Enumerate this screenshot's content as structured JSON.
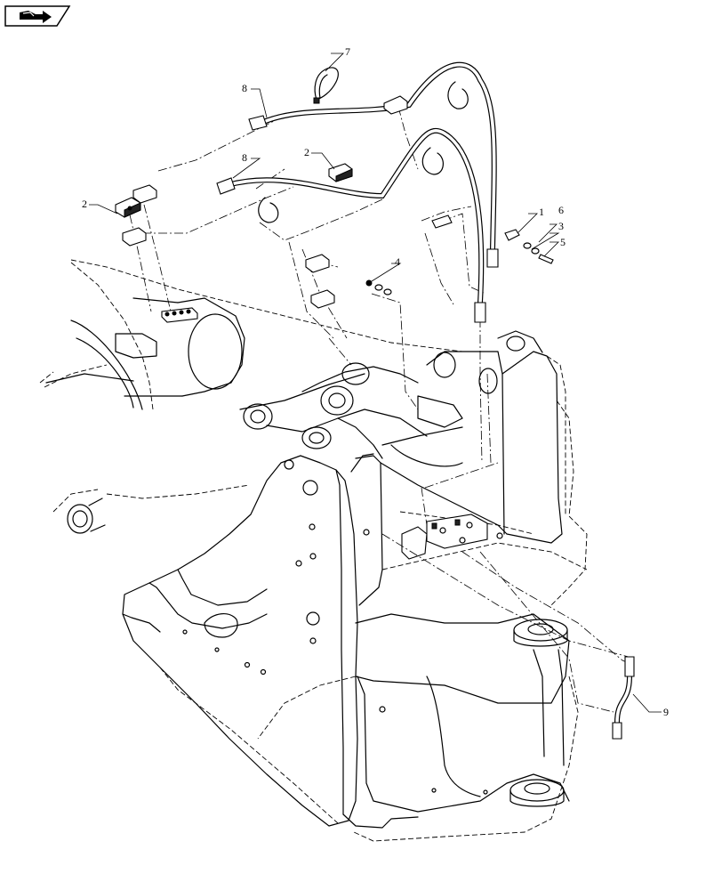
{
  "callouts": [
    {
      "id": "c1",
      "label": "1"
    },
    {
      "id": "c2a",
      "label": "2"
    },
    {
      "id": "c2b",
      "label": "2"
    },
    {
      "id": "c3",
      "label": "3"
    },
    {
      "id": "c4",
      "label": "4"
    },
    {
      "id": "c5",
      "label": "5"
    },
    {
      "id": "c6",
      "label": "6"
    },
    {
      "id": "c7",
      "label": "7"
    },
    {
      "id": "c8a",
      "label": "8"
    },
    {
      "id": "c8b",
      "label": "8"
    },
    {
      "id": "c9",
      "label": "9"
    }
  ],
  "icons": {
    "nav_button": "next-page-arrow-icon"
  },
  "colors": {
    "line": "#000000",
    "background": "#ffffff"
  }
}
